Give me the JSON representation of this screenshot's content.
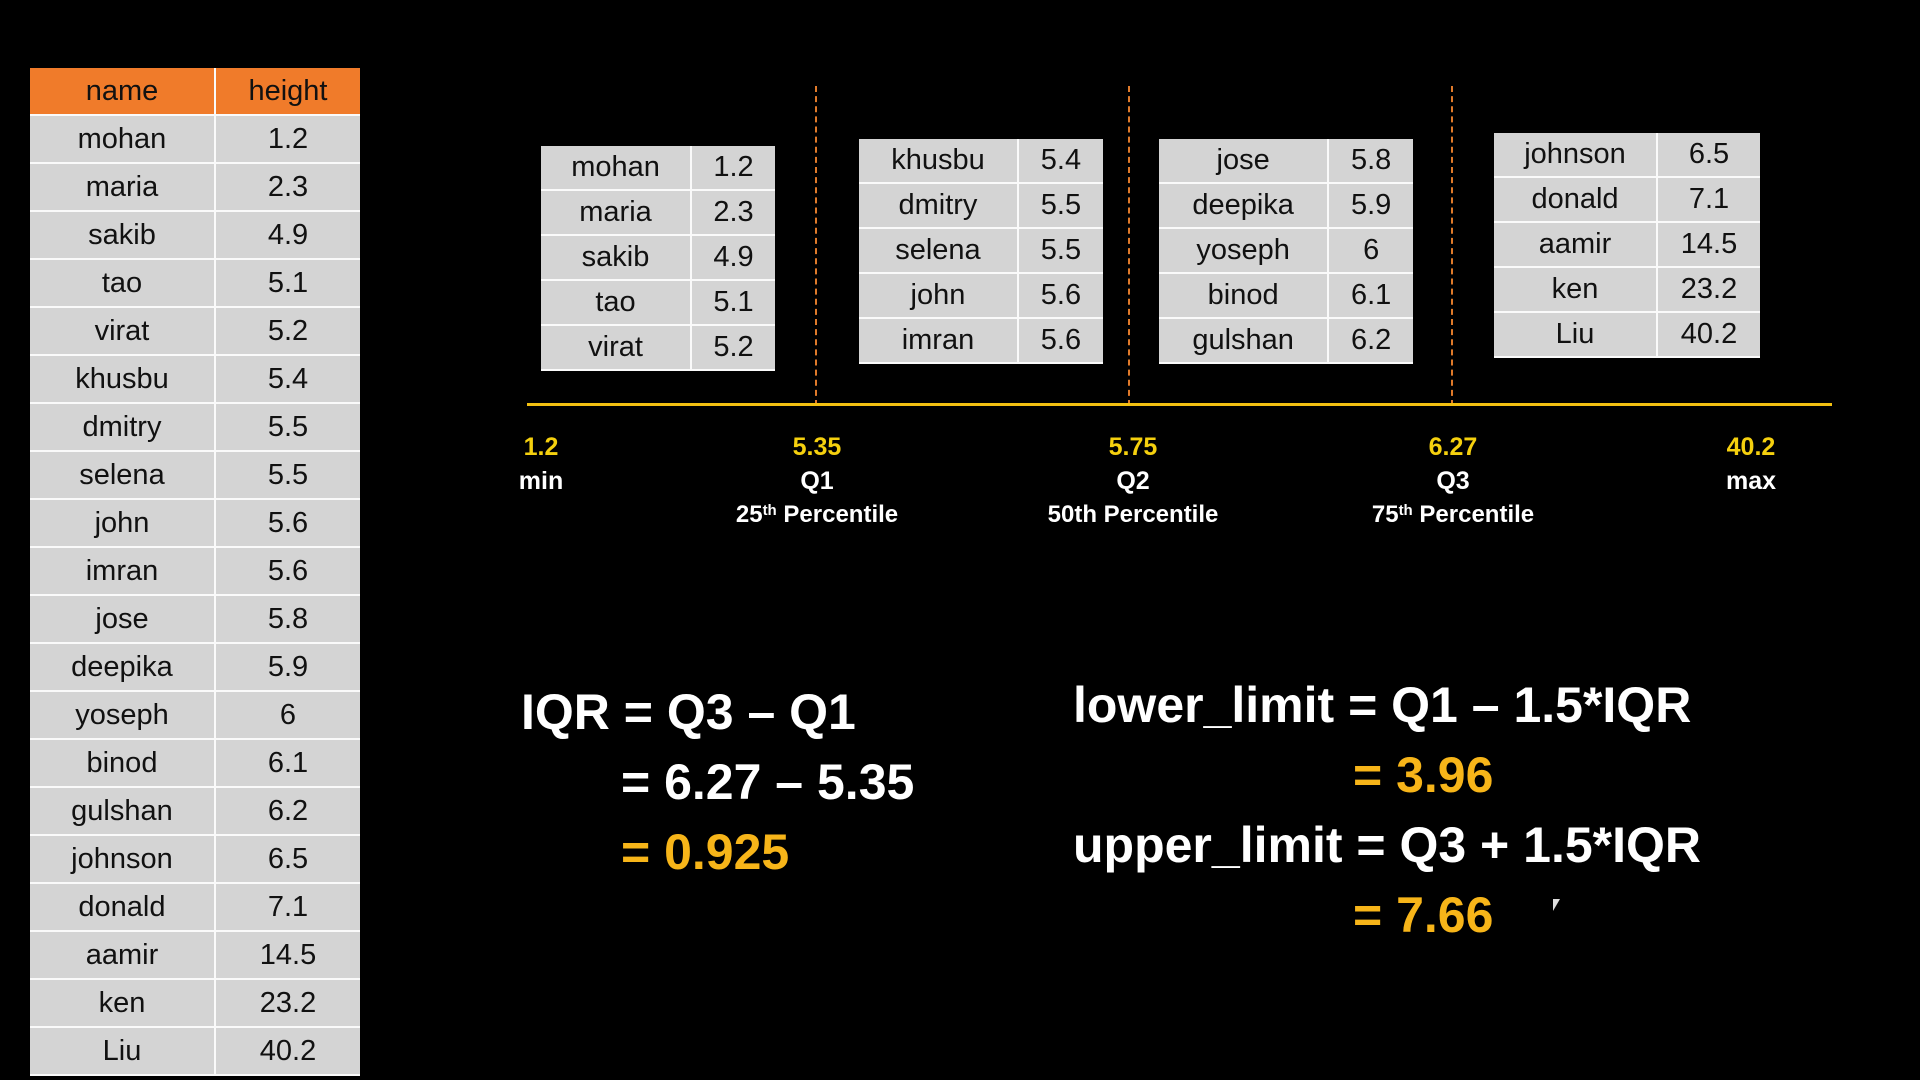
{
  "main_table": {
    "headers": [
      "name",
      "height"
    ],
    "rows": [
      [
        "mohan",
        "1.2"
      ],
      [
        "maria",
        "2.3"
      ],
      [
        "sakib",
        "4.9"
      ],
      [
        "tao",
        "5.1"
      ],
      [
        "virat",
        "5.2"
      ],
      [
        "khusbu",
        "5.4"
      ],
      [
        "dmitry",
        "5.5"
      ],
      [
        "selena",
        "5.5"
      ],
      [
        "john",
        "5.6"
      ],
      [
        "imran",
        "5.6"
      ],
      [
        "jose",
        "5.8"
      ],
      [
        "deepika",
        "5.9"
      ],
      [
        "yoseph",
        "6"
      ],
      [
        "binod",
        "6.1"
      ],
      [
        "gulshan",
        "6.2"
      ],
      [
        "johnson",
        "6.5"
      ],
      [
        "donald",
        "7.1"
      ],
      [
        "aamir",
        "14.5"
      ],
      [
        "ken",
        "23.2"
      ],
      [
        "Liu",
        "40.2"
      ]
    ]
  },
  "groups": [
    [
      [
        "mohan",
        "1.2"
      ],
      [
        "maria",
        "2.3"
      ],
      [
        "sakib",
        "4.9"
      ],
      [
        "tao",
        "5.1"
      ],
      [
        "virat",
        "5.2"
      ]
    ],
    [
      [
        "khusbu",
        "5.4"
      ],
      [
        "dmitry",
        "5.5"
      ],
      [
        "selena",
        "5.5"
      ],
      [
        "john",
        "5.6"
      ],
      [
        "imran",
        "5.6"
      ]
    ],
    [
      [
        "jose",
        "5.8"
      ],
      [
        "deepika",
        "5.9"
      ],
      [
        "yoseph",
        "6"
      ],
      [
        "binod",
        "6.1"
      ],
      [
        "gulshan",
        "6.2"
      ]
    ],
    [
      [
        "johnson",
        "6.5"
      ],
      [
        "donald",
        "7.1"
      ],
      [
        "aamir",
        "14.5"
      ],
      [
        "ken",
        "23.2"
      ],
      [
        "Liu",
        "40.2"
      ]
    ]
  ],
  "axis": {
    "min": {
      "value": "1.2",
      "label": "min"
    },
    "q1": {
      "value": "5.35",
      "label": "Q1",
      "pct_num": "25",
      "pct_sup": "th",
      "pct_text": " Percentile"
    },
    "q2": {
      "value": "5.75",
      "label": "Q2",
      "pct_full": "50th Percentile"
    },
    "q3": {
      "value": "6.27",
      "label": "Q3",
      "pct_num": "75",
      "pct_sup": "th",
      "pct_text": " Percentile"
    },
    "max": {
      "value": "40.2",
      "label": "max"
    }
  },
  "iqr": {
    "line1": "IQR = Q3 – Q1",
    "line2": "= 6.27 – 5.35",
    "line3": "= 0.925"
  },
  "limits": {
    "lower_formula": "lower_limit = Q1 – 1.5*IQR",
    "lower_value": "= 3.96",
    "upper_formula": "upper_limit = Q3 + 1.5*IQR",
    "upper_value": "= 7.66"
  },
  "colors": {
    "header_bg": "#f07b2a",
    "axis_line": "#f2c011",
    "highlight": "#f7b519",
    "table_bg": "#d4d4d4"
  }
}
